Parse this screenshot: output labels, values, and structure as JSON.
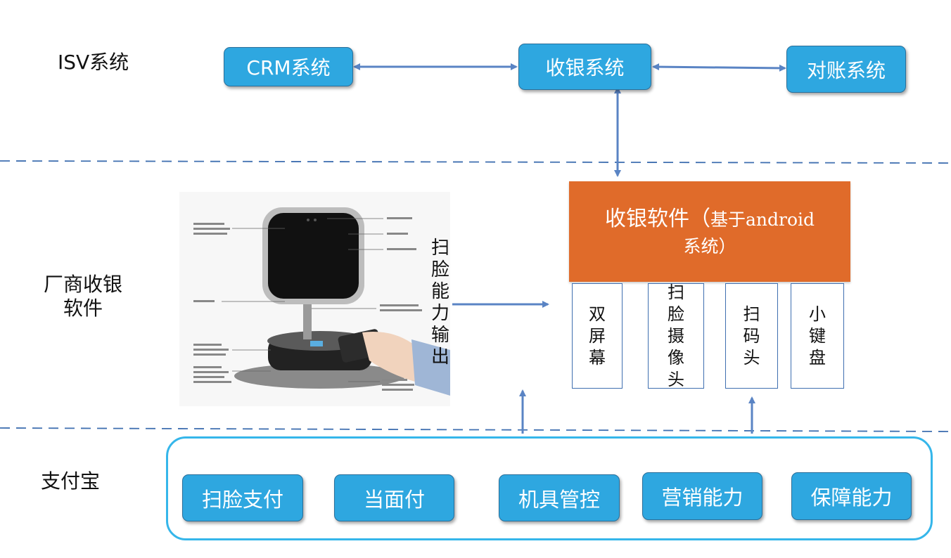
{
  "rows": {
    "isv": "ISV系统",
    "vendor": "厂商收银软件",
    "alipay": "支付宝"
  },
  "isv_systems": {
    "crm": "CRM系统",
    "cashier": "收银系统",
    "reconciliation": "对账系统"
  },
  "cashier_software": {
    "title": "收银软件（",
    "title_sub": "基于android",
    "title_line2": "系统）"
  },
  "hardware": [
    {
      "label": "双屏幕"
    },
    {
      "label": "扫脸摄像头"
    },
    {
      "label": "扫码头"
    },
    {
      "label": "小键盘"
    }
  ],
  "device": {
    "capability_output": "扫脸能力输出"
  },
  "alipay_capabilities": [
    {
      "label": "扫脸支付"
    },
    {
      "label": "当面付"
    },
    {
      "label": "机具管控"
    },
    {
      "label": "营销能力"
    },
    {
      "label": "保障能力"
    }
  ],
  "colors": {
    "blue_box": "#2ea7e0",
    "orange_box": "#e06b2a",
    "arrow": "#5a84c4",
    "dashed_line": "#3f6fb0",
    "pay_border": "#35b6ea"
  }
}
